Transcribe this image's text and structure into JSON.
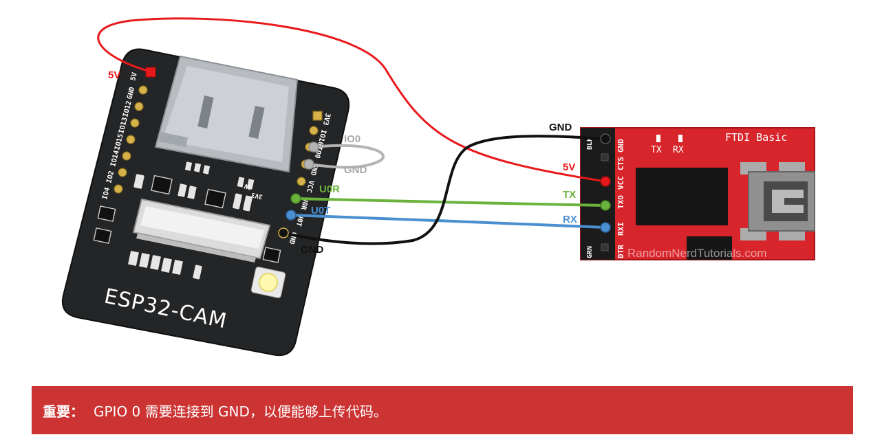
{
  "esp32": {
    "board_label": "ESP32-CAM",
    "left_pins": [
      "5V",
      "GND",
      "IO12",
      "IO13",
      "IO15",
      "IO14",
      "IO2",
      "IO4"
    ],
    "right_pins": [
      "3V3",
      "IO16",
      "IO0",
      "GND",
      "VCC",
      "U0R",
      "U0T",
      "GND"
    ],
    "reg_labels": [
      "5V",
      "3V3"
    ]
  },
  "ftdi": {
    "title": "FTDI Basic",
    "led_labels": [
      "TX",
      "RX"
    ],
    "pins": [
      "GND",
      "CTS",
      "VCC",
      "TXO",
      "RXI",
      "DTR"
    ],
    "side_labels": [
      "BLK",
      "GRN"
    ],
    "watermark": "RandomNerdTutorials.com"
  },
  "wires": {
    "power_5v": {
      "from": "5V",
      "to": "5V",
      "color": "#e8191c"
    },
    "gpio0_gnd": {
      "from": "IO0",
      "to": "GND",
      "color": "#b4b4b4"
    },
    "u0r_tx": {
      "from": "U0R",
      "to": "TX",
      "color": "#6cb33e"
    },
    "u0t_rx": {
      "from": "U0T",
      "to": "RX",
      "color": "#4a8fd0"
    },
    "ground": {
      "from": "GND",
      "to": "GND",
      "color": "#111111"
    }
  },
  "banner": {
    "strong": "重要：",
    "text": "GPIO 0 需要连接到 GND，以便能够上传代码。"
  }
}
